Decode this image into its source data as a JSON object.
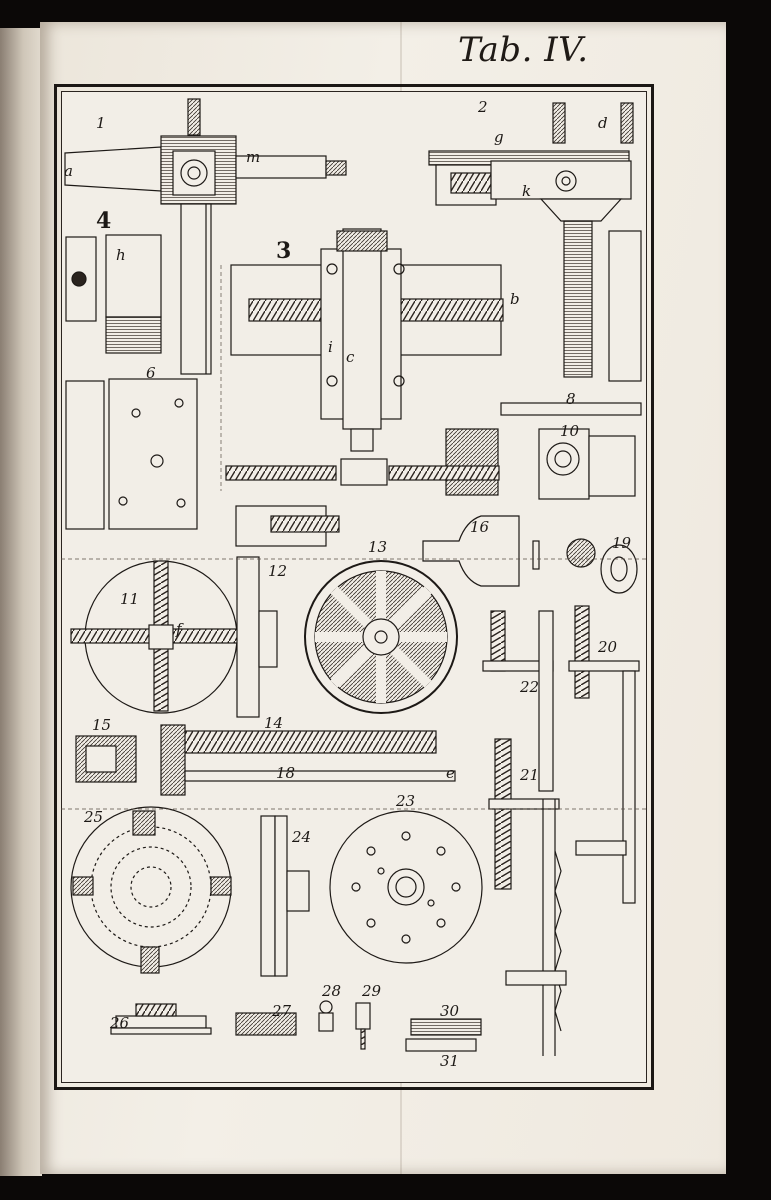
{
  "plate": {
    "title": "Tab. IV."
  },
  "figure_labels": [
    "1",
    "2",
    "3",
    "4",
    "6",
    "8",
    "10",
    "11",
    "12",
    "13",
    "14",
    "15",
    "16",
    "18",
    "19",
    "20",
    "21",
    "22",
    "23",
    "24",
    "25",
    "26",
    "27",
    "28",
    "29",
    "30",
    "31"
  ],
  "part_letters": [
    "a",
    "b",
    "c",
    "d",
    "e",
    "f",
    "g",
    "h",
    "i",
    "k",
    "m"
  ],
  "colors": {
    "paper": "#f2eee7",
    "ink": "#1d1916",
    "background": "#0b0807"
  }
}
